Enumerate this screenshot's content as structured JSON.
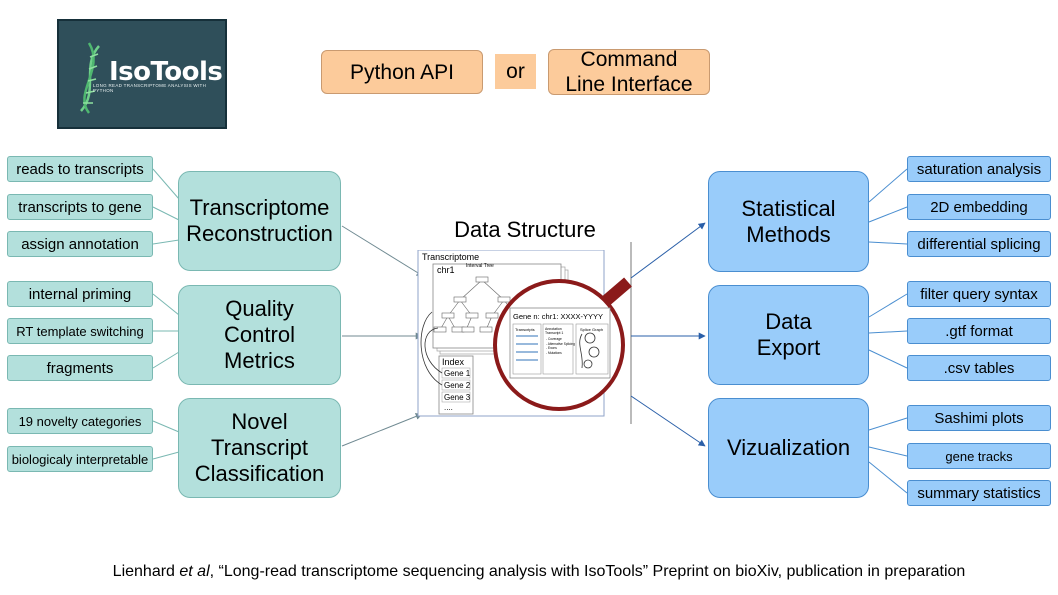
{
  "logo": {
    "title": "IsoTools",
    "subtitle": "LONG READ TRANSCRIPTOME ANALYSIS WITH PYTHON"
  },
  "interfaces": {
    "python_api": "Python API",
    "or": "or",
    "cli": "Command\nLine Interface"
  },
  "left": {
    "groups": [
      {
        "title": "Transcriptome\nReconstruction",
        "items": [
          "reads to transcripts",
          "transcripts to gene",
          "assign annotation"
        ]
      },
      {
        "title": "Quality\nControl\n Metrics",
        "items": [
          "internal priming",
          "RT template switching",
          "fragments"
        ]
      },
      {
        "title": "Novel\nTranscript\nClassification",
        "items": [
          "19 novelty categories",
          "biologicaly interpretable"
        ]
      }
    ]
  },
  "right": {
    "groups": [
      {
        "title": "Statistical\nMethods",
        "items": [
          "saturation analysis",
          "2D embedding",
          "differential splicing"
        ]
      },
      {
        "title": "Data\nExport",
        "items": [
          "filter query syntax",
          ".gtf format",
          ".csv tables"
        ]
      },
      {
        "title": "Vizualization",
        "items": [
          "Sashimi plots",
          "gene tracks",
          "summary statistics"
        ]
      }
    ]
  },
  "data_structure": {
    "title": "Data Structure",
    "transcriptome": "Transcriptome",
    "chr": "chr1",
    "interval_tree": "Interval Tree",
    "index": "Index",
    "genes": [
      "Gene 1",
      "Gene 2",
      "Gene 3",
      "...."
    ],
    "gene_header": "Gene n: chr1: XXXX-YYYY",
    "panels": [
      "Transcripts",
      "Annotation Transcript 1",
      "Splice Graph"
    ],
    "annotation_lines": [
      "- Coverage",
      "- Alternative Splicing",
      "- Exons",
      "- Mutations"
    ]
  },
  "colors": {
    "teal": "#b3e0dc",
    "blue": "#99ccfa",
    "orange": "#fccb9b",
    "magnifier": "#8b1a1a",
    "logo_bg": "#2f4f5a"
  },
  "citation": {
    "author": "Lienhard ",
    "et_al": "et al",
    "rest": ", “Long-read transcriptome sequencing analysis with IsoTools” Preprint on bioXiv, publication in preparation"
  }
}
